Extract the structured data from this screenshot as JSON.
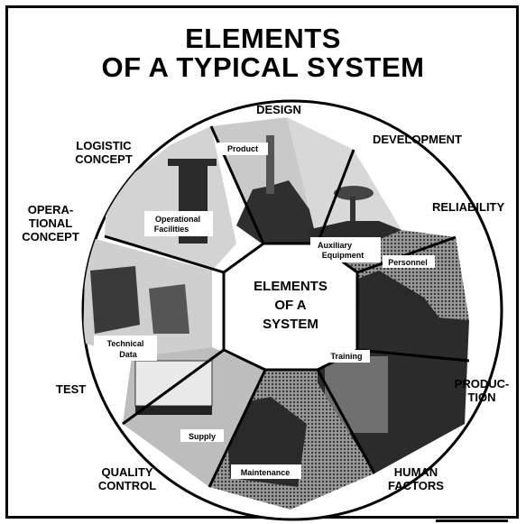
{
  "title": {
    "line1": "ELEMENTS",
    "line2": "OF A TYPICAL SYSTEM"
  },
  "center": {
    "line1": "ELEMENTS",
    "line2": "OF A",
    "line3": "SYSTEM"
  },
  "inner_segments": [
    {
      "id": "product",
      "label": "Product"
    },
    {
      "id": "auxiliary-equipment",
      "line1": "Auxiliary",
      "line2": "Equipment"
    },
    {
      "id": "personnel",
      "label": "Personnel"
    },
    {
      "id": "training",
      "label": "Training"
    },
    {
      "id": "maintenance",
      "label": "Maintenance"
    },
    {
      "id": "supply",
      "label": "Supply"
    },
    {
      "id": "technical-data",
      "line1": "Technical",
      "line2": "Data"
    },
    {
      "id": "operational-facilities",
      "line1": "Operational",
      "line2": "Facilities"
    }
  ],
  "outer_labels": {
    "design": "DESIGN",
    "development": "DEVELOPMENT",
    "reliability": "RELIABILITY",
    "production": "PRODUC-\nTION",
    "human_factors": "HUMAN\nFACTORS",
    "quality_control": "QUALITY\nCONTROL",
    "test": "TEST",
    "operational_concept": "OPERA-\nTIONAL\nCONCEPT",
    "logistic_concept": "LOGISTIC\nCONCEPT"
  },
  "colors": {
    "ink": "#000000",
    "paper": "#ffffff",
    "photo_dark": "#2a2a2a",
    "photo_mid": "#6a6a6a",
    "photo_light": "#b5b5b5"
  }
}
